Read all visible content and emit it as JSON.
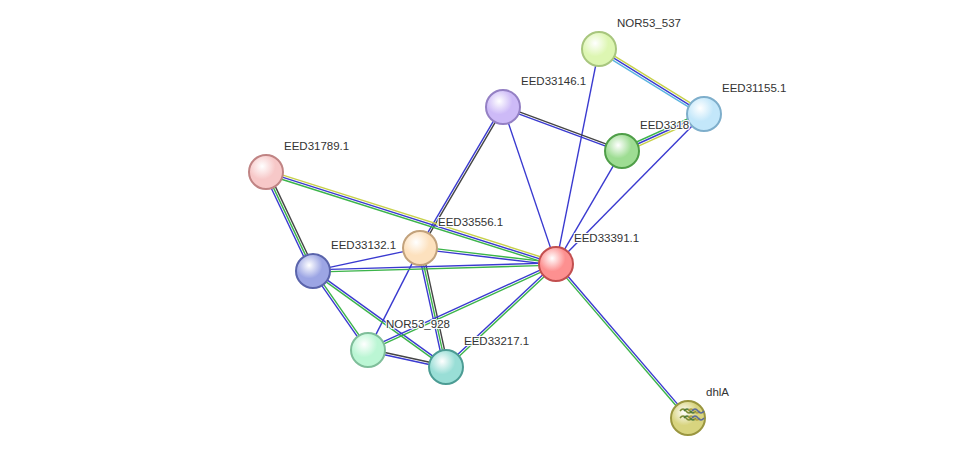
{
  "diagram": {
    "nodes": [
      {
        "text": [
          "NOR53_537"
        ]
      },
      {
        "text": [
          "EED33146.1"
        ]
      },
      {
        "text": [
          "EED31155.1"
        ]
      },
      {
        "text": [
          "EED3318"
        ]
      },
      {
        "text": [
          "EED31789.1"
        ]
      },
      {
        "text": [
          "EED33556.1"
        ]
      },
      {
        "text": [
          "EED33391.1"
        ]
      },
      {
        "text": [
          "EED33132.1"
        ]
      },
      {
        "text": [
          "NOR53_928"
        ]
      },
      {
        "text": [
          "EED33217.1"
        ]
      },
      {
        "text": [
          "dhlA"
        ]
      }
    ],
    "edges": [
      {
        "from": 0,
        "to": 2,
        "arrow": "none"
      },
      {
        "from": 0,
        "to": 6,
        "arrow": "none"
      },
      {
        "from": 1,
        "to": 3,
        "arrow": "none"
      },
      {
        "from": 1,
        "to": 6,
        "arrow": "none"
      },
      {
        "from": 1,
        "to": 5,
        "arrow": "none"
      },
      {
        "from": 3,
        "to": 2,
        "arrow": "none"
      },
      {
        "from": 3,
        "to": 6,
        "arrow": "none"
      },
      {
        "from": 2,
        "to": 6,
        "arrow": "none"
      },
      {
        "from": 4,
        "to": 7,
        "arrow": "none"
      },
      {
        "from": 4,
        "to": 6,
        "arrow": "none"
      },
      {
        "from": 5,
        "to": 7,
        "arrow": "none"
      },
      {
        "from": 5,
        "to": 6,
        "arrow": "none"
      },
      {
        "from": 5,
        "to": 8,
        "arrow": "none"
      },
      {
        "from": 5,
        "to": 9,
        "arrow": "none"
      },
      {
        "from": 7,
        "to": 6,
        "arrow": "none"
      },
      {
        "from": 7,
        "to": 8,
        "arrow": "none"
      },
      {
        "from": 7,
        "to": 9,
        "arrow": "none"
      },
      {
        "from": 8,
        "to": 6,
        "arrow": "none"
      },
      {
        "from": 8,
        "to": 9,
        "arrow": "none"
      },
      {
        "from": 9,
        "to": 6,
        "arrow": "none"
      },
      {
        "from": 6,
        "to": 10,
        "arrow": "none"
      }
    ]
  }
}
